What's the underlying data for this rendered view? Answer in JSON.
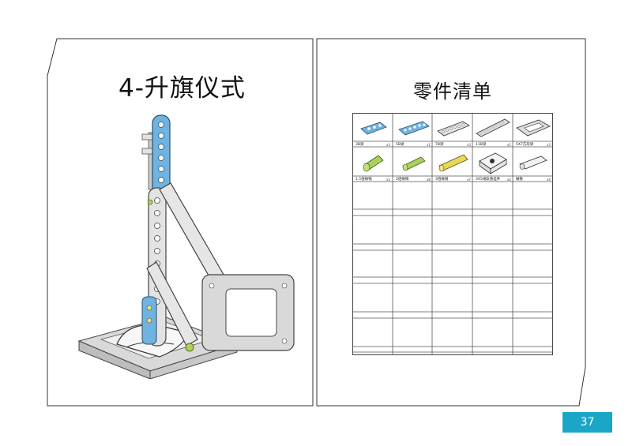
{
  "left_page": {
    "title": "4-升旗仪式"
  },
  "right_page": {
    "title": "零件清单"
  },
  "parts_table": {
    "rows": [
      [
        {
          "label": "3B梁",
          "qty": "x3",
          "icon": "beam-3-blue-icon"
        },
        {
          "label": "5B梁",
          "qty": "x1",
          "icon": "beam-5-blue-icon"
        },
        {
          "label": "7B梁",
          "qty": "x3",
          "icon": "beam-7-gray-icon"
        },
        {
          "label": "11B梁",
          "qty": "x1",
          "icon": "beam-11-gray-icon"
        },
        {
          "label": "5X7方形梁",
          "qty": "x3",
          "icon": "square-frame-5x7-icon"
        }
      ],
      [
        {
          "label": "1.5倍缘销",
          "qty": "x1",
          "icon": "pin-1-5-green-icon"
        },
        {
          "label": "2倍缘销",
          "qty": "x8",
          "icon": "pin-2-green-icon"
        },
        {
          "label": "3倍缘销",
          "qty": "x7",
          "icon": "pin-3-yellow-icon"
        },
        {
          "label": "3X5线轨悬挂件",
          "qty": "x2",
          "icon": "rail-hanger-3x5-icon"
        },
        {
          "label": "磁铁",
          "qty": "x4",
          "icon": "magnet-icon"
        }
      ]
    ],
    "empty_rows": 5
  },
  "page_number": "37",
  "colors": {
    "accent": "#1aa6c7",
    "blue_part": "#6fb3e0",
    "gray_part": "#d6d6d6"
  }
}
